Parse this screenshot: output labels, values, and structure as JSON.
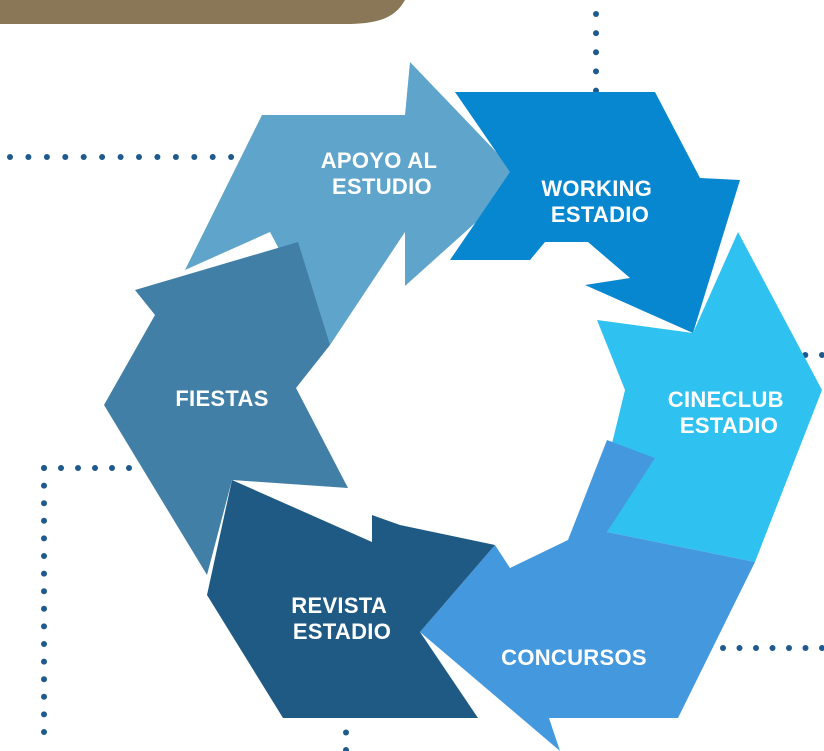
{
  "diagram": {
    "segments": [
      {
        "id": "apoyo",
        "lines": [
          "APOYO AL",
          "ESTUDIO"
        ],
        "color": "#5fa4cb"
      },
      {
        "id": "working",
        "lines": [
          "WORKING",
          "ESTADIO"
        ],
        "color": "#0687d0"
      },
      {
        "id": "cineclub",
        "lines": [
          "CINECLUB",
          "ESTADIO"
        ],
        "color": "#2fc2f0"
      },
      {
        "id": "concursos",
        "lines": [
          "CONCURSOS"
        ],
        "color": "#4498dd"
      },
      {
        "id": "revista",
        "lines": [
          "REVISTA",
          "ESTADIO"
        ],
        "color": "#1f5a85"
      },
      {
        "id": "fiestas",
        "lines": [
          "FIESTAS"
        ],
        "color": "#417fa7"
      }
    ],
    "dot_color": "#1e5a8e",
    "photo_color": "#8a7758"
  }
}
